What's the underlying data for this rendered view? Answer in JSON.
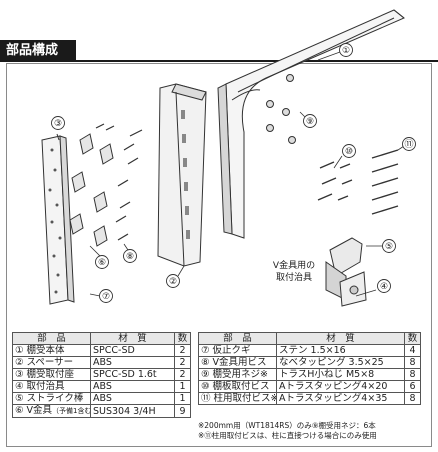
{
  "section_title": "部品構成",
  "drawing": {
    "callouts": [
      "①",
      "③",
      "⑤",
      "⑥",
      "⑦",
      "⑧",
      "⑨",
      "⑩",
      "⑪",
      "②",
      "④"
    ],
    "jig_label_line1": "V金具用の",
    "jig_label_line2": "取付治具"
  },
  "left_table": {
    "headers": [
      "部　品",
      "材　質",
      "数"
    ],
    "rows": [
      {
        "name": "① 棚受本体",
        "note": "",
        "material": "SPCC-SD",
        "qty": "2"
      },
      {
        "name": "② スペーサー",
        "note": "",
        "material": "ABS",
        "qty": "2"
      },
      {
        "name": "③ 棚受取付座",
        "note": "",
        "material": "SPCC-SD 1.6t",
        "qty": "2"
      },
      {
        "name": "④ 取付治具",
        "note": "",
        "material": "ABS",
        "qty": "1"
      },
      {
        "name": "⑤ ストライク棒",
        "note": "",
        "material": "ABS",
        "qty": "1"
      },
      {
        "name": "⑥ V金具",
        "note": "（予備1含む）",
        "material": "SUS304 3/4H",
        "qty": "9"
      }
    ]
  },
  "right_table": {
    "headers": [
      "部　品",
      "材　質",
      "数"
    ],
    "rows": [
      {
        "name": "⑦ 仮止クギ",
        "material": "ステン 1.5×16",
        "qty": "4"
      },
      {
        "name": "⑧ V金具用ビス",
        "material": "なべタッピング 3.5×25",
        "qty": "8"
      },
      {
        "name": "⑨ 棚受用ネジ※",
        "material": "トラスH小ねじ M5×8",
        "qty": "8"
      },
      {
        "name": "⑩ 棚板取付ビス",
        "material": "Aトラスタッピング4×20",
        "qty": "6"
      },
      {
        "name": "⑪ 柱用取付ビス※",
        "material": "Aトラスタッピング4×35",
        "qty": "8"
      }
    ]
  },
  "footnotes": [
    "※200mm用（WT1814RS）のみ⑨棚受用ネジ：6本",
    "※⑪柱用取付ビスは、柱に直接つける場合にのみ使用"
  ]
}
